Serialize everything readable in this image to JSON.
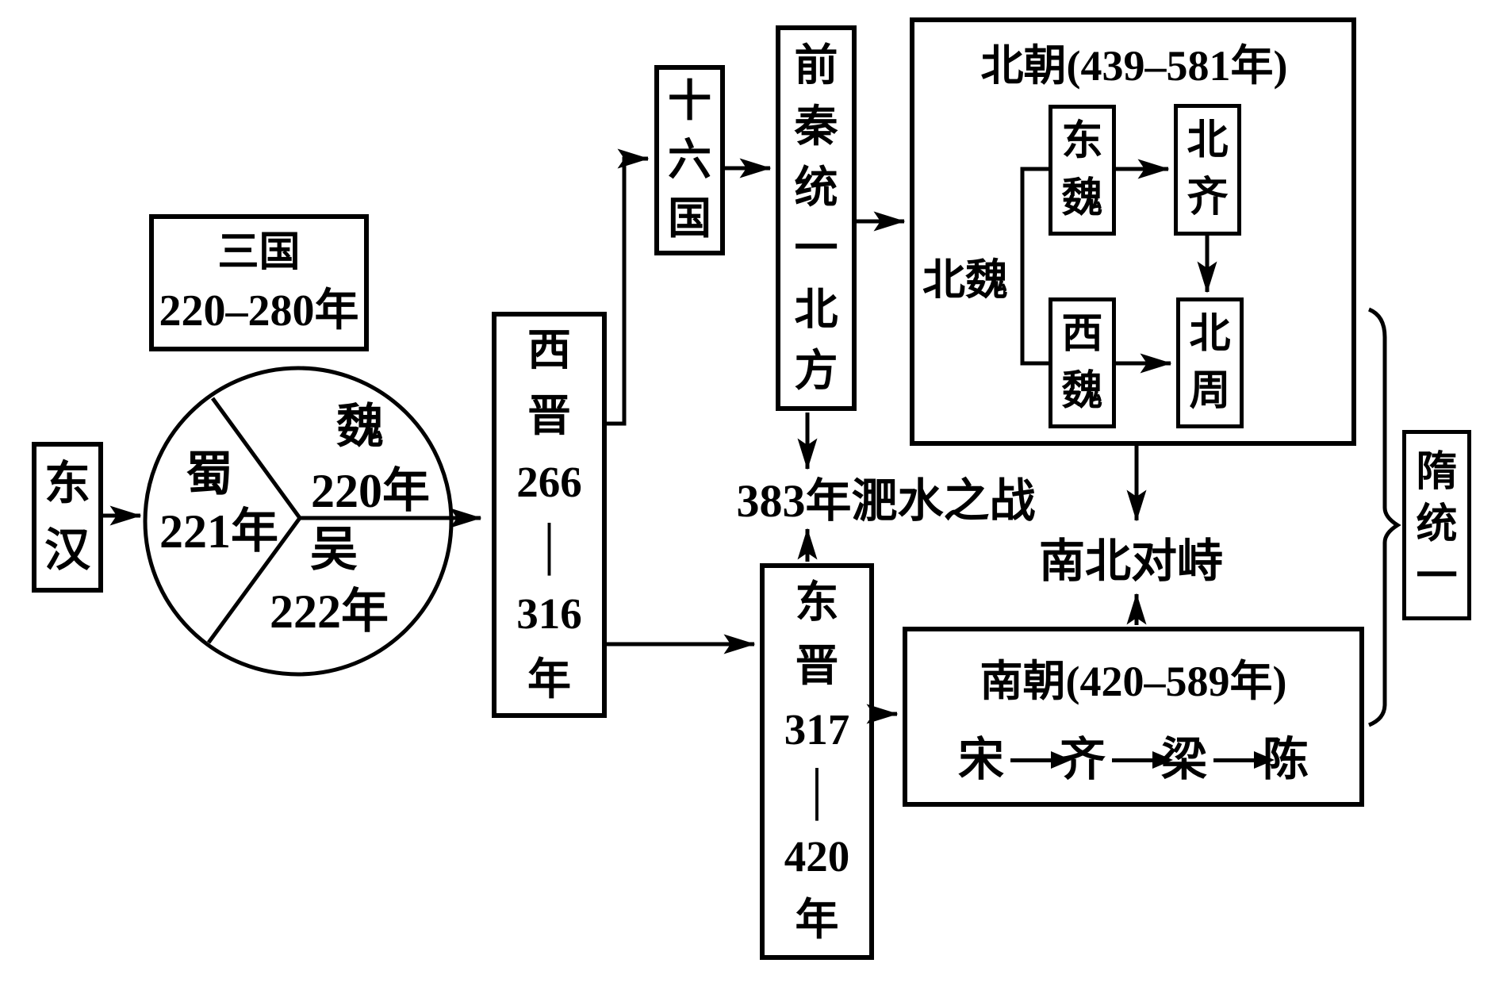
{
  "diagram": {
    "donghan": "东\n汉",
    "sanguo": {
      "title": "三国",
      "years": "220–280年"
    },
    "circle": {
      "shu_name": "蜀",
      "shu_year": "221年",
      "wei_name": "魏",
      "wei_year": "220年",
      "wu_name": "吴",
      "wu_year": "222年"
    },
    "xijin": "西\n晋\n266\n│\n316\n年",
    "shiliuguo": "十\n六\n国",
    "qianqin": "前\n秦\n统\n一\n北\n方",
    "beichao": {
      "title": "北朝(439–581年)",
      "beiwei": "北魏",
      "dongwei": "东\n魏",
      "beiqi": "北\n齐",
      "xiwei": "西\n魏",
      "beizhou": "北\n周"
    },
    "feishui": "383年淝水之战",
    "duizhi": "南北对峙",
    "nanchao": {
      "title": "南朝(420–589年)",
      "dynasties": [
        "宋",
        "齐",
        "梁",
        "陈"
      ]
    },
    "dongjin": "东\n晋\n317\n│\n420\n年",
    "sui": "隋\n统\n一",
    "colors": {
      "ink": "#000000",
      "background": "#ffffff"
    }
  }
}
